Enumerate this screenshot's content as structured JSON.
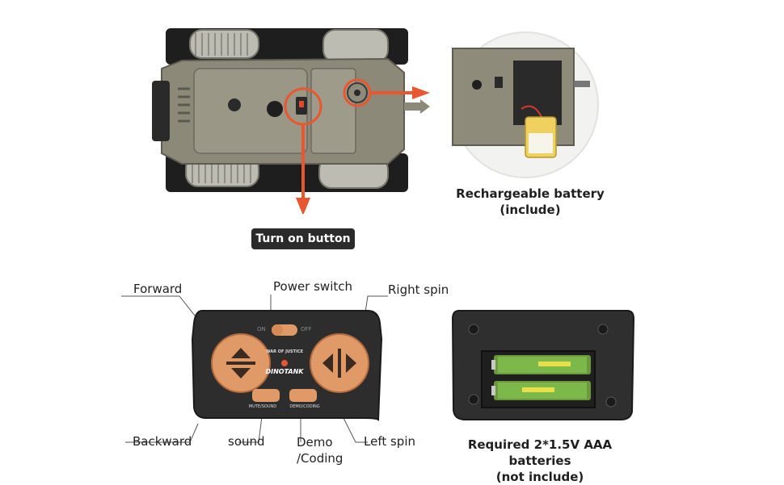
{
  "tank_photo": {
    "turn_on_label": "Turn on button",
    "battery_caption_line1": "Rechargeable battery",
    "battery_caption_line2": "(include)"
  },
  "remote": {
    "brand_small": "WAR OF JUSTICE",
    "brand_logo": "DINOTANK",
    "switch_on": "ON",
    "switch_off": "OFF",
    "button_left_caption": "MUTE/SOUND",
    "button_right_caption": "DEMO/CODING",
    "callouts": {
      "forward": "Forward",
      "power_switch": "Power switch",
      "right_spin": "Right spin",
      "backward": "Backward",
      "sound": "sound",
      "demo_line1": "Demo",
      "demo_line2": "/Coding",
      "left_spin": "Left spin"
    }
  },
  "battery_compartment": {
    "caption_line1": "Required 2*1.5V AAA batteries",
    "caption_line2": "(not include)"
  },
  "colors": {
    "accent_orange": "#e8572f",
    "remote_body": "#2d2d2d",
    "remote_pad": "#e09a68",
    "tank_body": "#8a8777"
  }
}
